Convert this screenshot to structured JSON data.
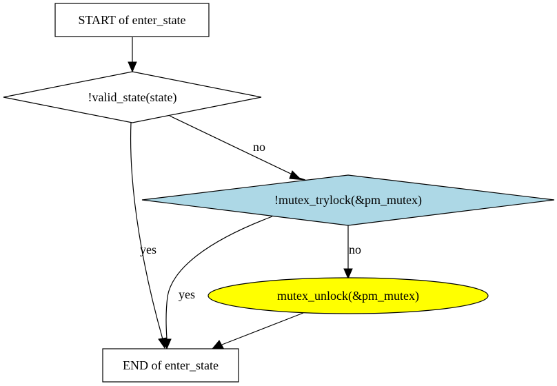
{
  "diagram": {
    "type": "flowchart",
    "nodes": {
      "start": {
        "label": "START of enter_state",
        "shape": "box",
        "fill": "#ffffff"
      },
      "valid_check": {
        "label": "!valid_state(state)",
        "shape": "diamond",
        "fill": "#ffffff"
      },
      "trylock_check": {
        "label": "!mutex_trylock(&pm_mutex)",
        "shape": "diamond",
        "fill": "#add8e6"
      },
      "unlock": {
        "label": "mutex_unlock(&pm_mutex)",
        "shape": "ellipse",
        "fill": "#ffff00"
      },
      "end": {
        "label": "END of enter_state",
        "shape": "box",
        "fill": "#ffffff"
      }
    },
    "edges": [
      {
        "from": "start",
        "to": "valid_check",
        "label": ""
      },
      {
        "from": "valid_check",
        "to": "trylock_check",
        "label": "no"
      },
      {
        "from": "valid_check",
        "to": "end",
        "label": "yes"
      },
      {
        "from": "trylock_check",
        "to": "unlock",
        "label": "no"
      },
      {
        "from": "trylock_check",
        "to": "end",
        "label": "yes"
      },
      {
        "from": "unlock",
        "to": "end",
        "label": ""
      }
    ]
  }
}
